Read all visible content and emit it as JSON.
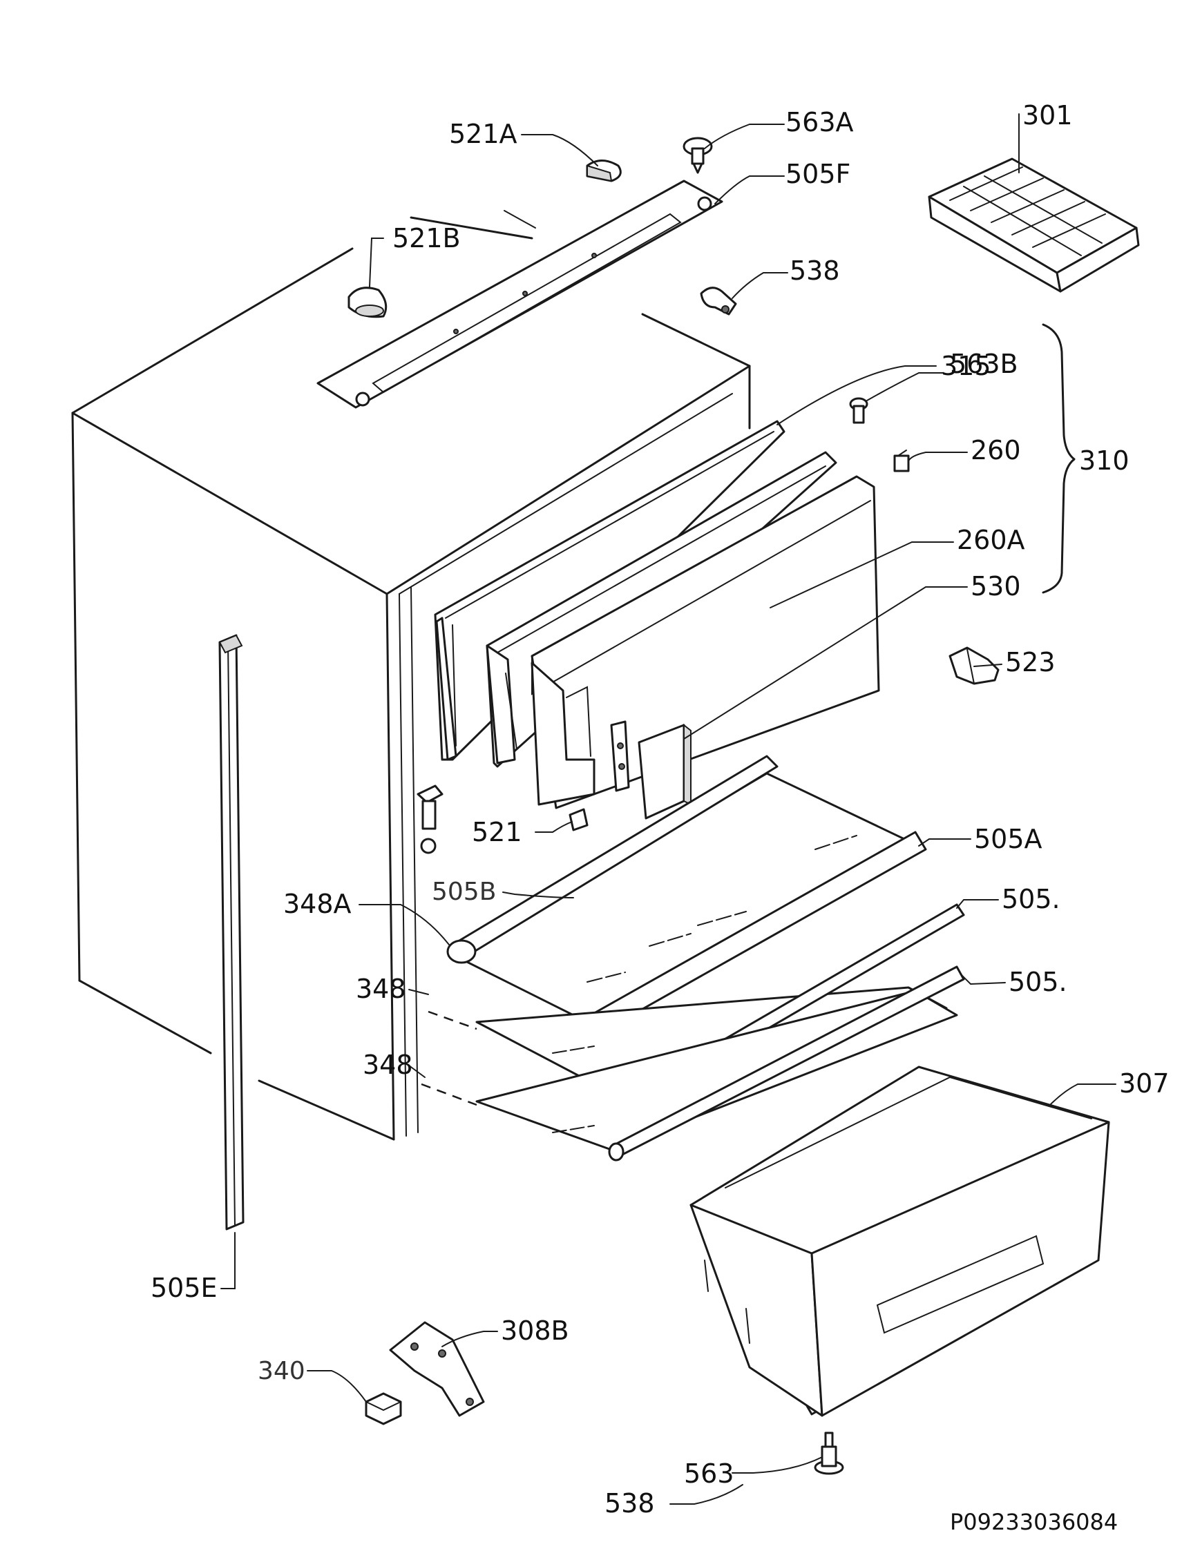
{
  "labels": {
    "l521A": "521A",
    "l563A": "563A",
    "l301": "301",
    "l505F": "505F",
    "l521B": "521B",
    "l538top": "538",
    "l315": "315",
    "l563B": "563B",
    "l260": "260",
    "l310": "310",
    "l260A": "260A",
    "l530": "530",
    "l523": "523",
    "l521": "521",
    "l505A": "505A",
    "l505B": "505B",
    "l348A": "348A",
    "l505a": "505.",
    "l348a": "348",
    "l505b": "505.",
    "l348b": "348",
    "l307": "307",
    "l505E": "505E",
    "l308B": "308B",
    "l340": "340",
    "l538bottom": "538",
    "l563": "563"
  },
  "drawing_code": "P09233036084"
}
